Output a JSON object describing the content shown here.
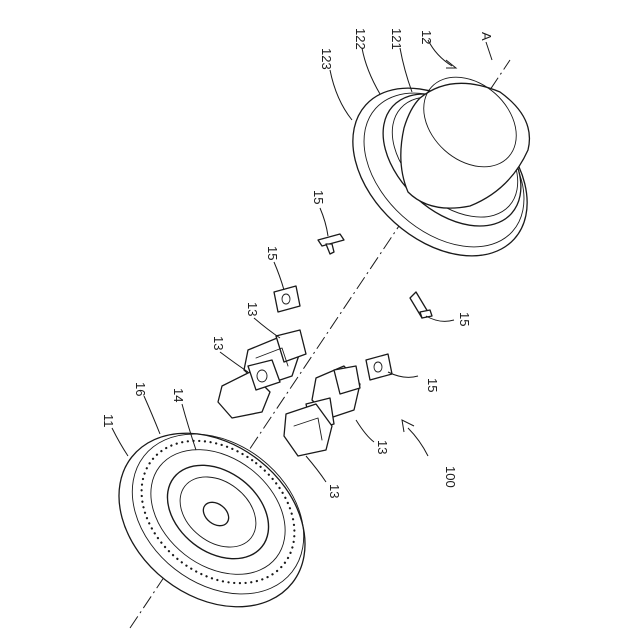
{
  "labels": {
    "ref_12": "12",
    "ref_122": "122",
    "ref_121": "121",
    "ref_A": "A",
    "ref_123": "123",
    "ref_15_top": "15",
    "ref_15_left": "15",
    "ref_15_right": "15",
    "ref_15_lower": "15",
    "ref_13_a": "13",
    "ref_13_b": "13",
    "ref_13_c": "13",
    "ref_13_d": "13",
    "ref_11": "11",
    "ref_16": "16",
    "ref_14": "14",
    "ref_100": "100"
  }
}
